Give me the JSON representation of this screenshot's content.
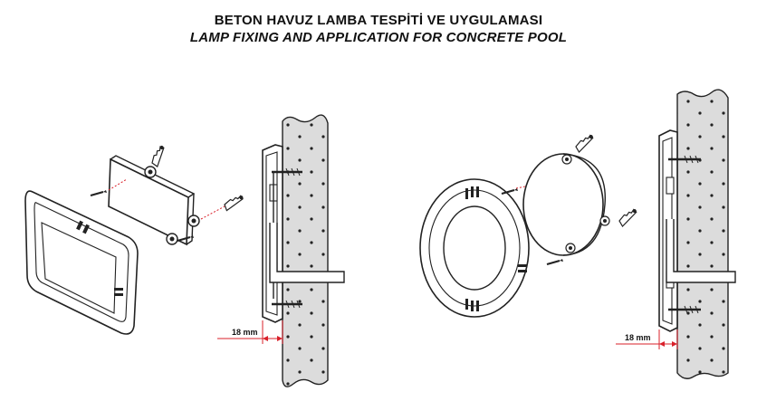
{
  "title_tr": "BETON HAVUZ LAMBA TESPİTİ VE UYGULAMASI",
  "title_en": "LAMP FIXING AND APPLICATION FOR CONCRETE POOL",
  "dimensions": {
    "left_gap": "18 mm",
    "right_gap": "18 mm"
  },
  "colors": {
    "concrete": "#dcdcdc",
    "line": "#222222",
    "dimension": "#d9202a"
  }
}
